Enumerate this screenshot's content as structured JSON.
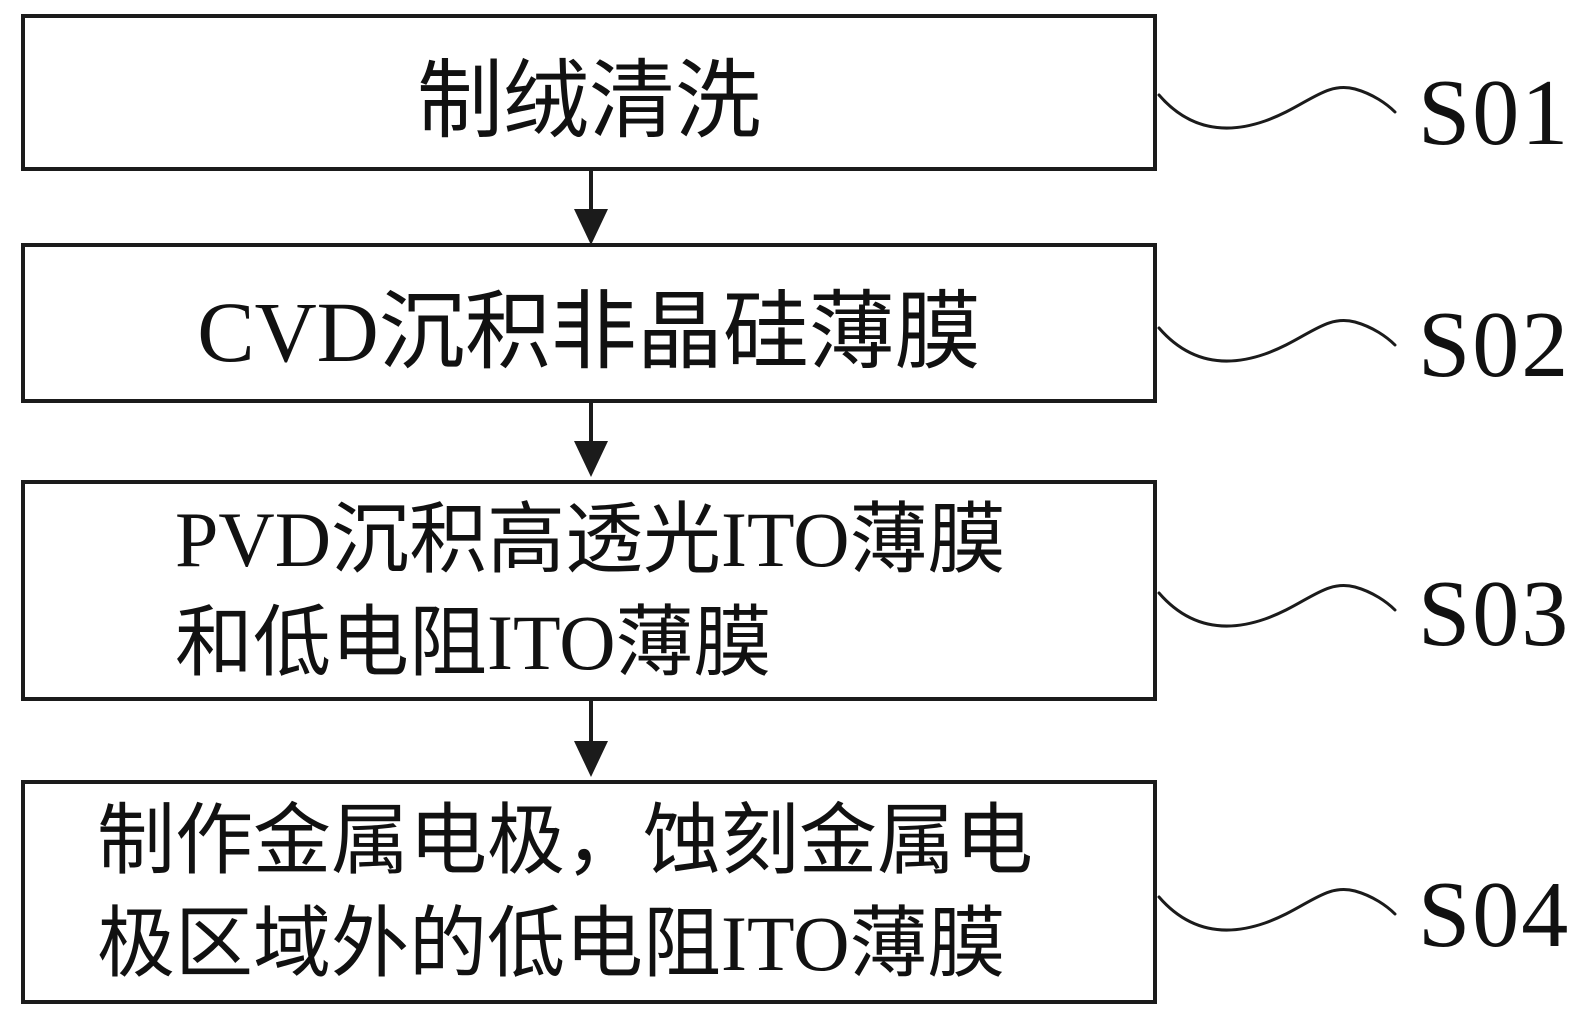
{
  "figure": {
    "background_color": "#ffffff",
    "line_color": "#1b1b1b",
    "text_color": "#111111",
    "steps": [
      {
        "id": "S01",
        "lines": [
          "制绒清洗"
        ]
      },
      {
        "id": "S02",
        "lines": [
          "CVD沉积非晶硅薄膜"
        ]
      },
      {
        "id": "S03",
        "lines": [
          "PVD沉积高透光ITO薄膜",
          "和低电阻ITO薄膜"
        ]
      },
      {
        "id": "S04",
        "lines": [
          "制作金属电极，蚀刻金属电",
          "极区域外的低电阻ITO薄膜"
        ]
      }
    ]
  }
}
